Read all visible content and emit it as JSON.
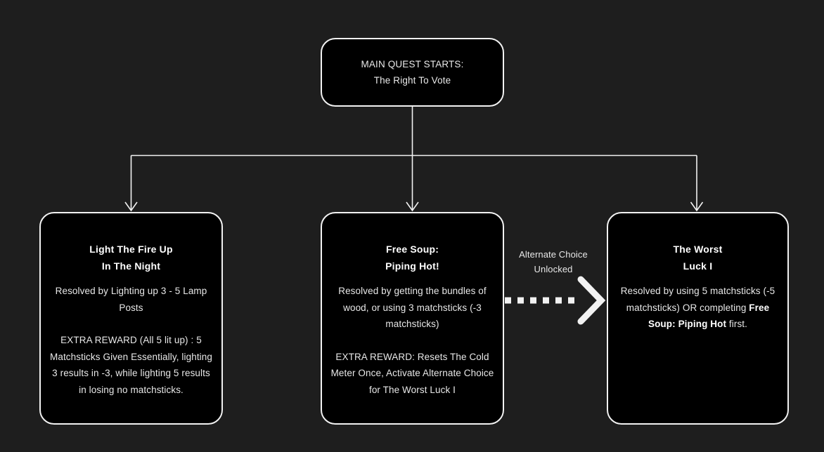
{
  "diagram": {
    "background_color": "#1e1e1e",
    "node_fill_color": "#000000",
    "node_border_color": "#f2f2f2",
    "connector_color": "#f2f2f2",
    "text_color": "#e8e8e8"
  },
  "root": {
    "line1": "MAIN QUEST STARTS:",
    "line2": "The Right To Vote"
  },
  "nodes": [
    {
      "title_line1": "Light The Fire Up",
      "title_line2": "In The Night",
      "body1": "Resolved by Lighting up 3 - 5 Lamp Posts",
      "body2_prefix": "EXTRA REWARD (All 5 lit up) : 5 Matchsticks Given Essentially, lighting 3 results in -3, while lighting 5 results in losing no matchsticks."
    },
    {
      "title_line1": "Free Soup:",
      "title_line2": "Piping Hot!",
      "body1": "Resolved by getting the bundles of wood, or using 3 matchsticks (-3 matchsticks)",
      "body2_prefix": "EXTRA REWARD: Resets The Cold Meter Once, Activate Alternate Choice for The Worst Luck I"
    },
    {
      "title_line1": "The Worst",
      "title_line2": "Luck I",
      "body_part1": "Resolved by using 5 matchsticks (-5 matchsticks) OR completing ",
      "body_bold": "Free Soup: Piping Hot",
      "body_part2": " first."
    }
  ],
  "edges": {
    "alternate_choice": {
      "line1": "Alternate Choice",
      "line2": "Unlocked",
      "style": "dashed",
      "from": "Free Soup: Piping Hot!",
      "to": "The Worst Luck I"
    }
  }
}
